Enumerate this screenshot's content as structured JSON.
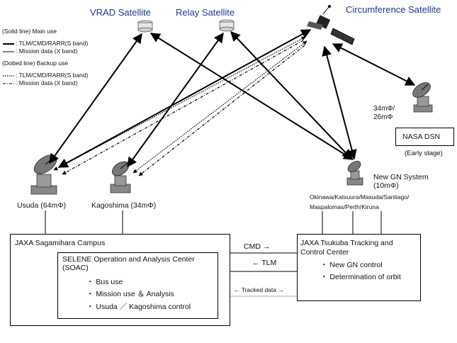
{
  "satellites": {
    "vrad": "VRAD Satellite",
    "relay": "Relay Satellite",
    "circumference": "Circumference Satellite"
  },
  "legend": {
    "solid_heading": "(Solid line)  Main use",
    "solid_tlm": ": TLM/CMD/RARR(S band)",
    "solid_mission": ": Mission data (X band)",
    "dotted_heading": "(Dotted line)  Backup use",
    "dotted_tlm": ": TLM/CMD/RARR(S band)",
    "dotted_mission": ": Mission data (X band)"
  },
  "stations": {
    "usuda": "Usuda (64mΦ)",
    "kagoshima": "Kagoshima (34mΦ)",
    "nasa_dish_line1": "34mΦ/",
    "nasa_dish_line2": "26mΦ",
    "nasa_box": "NASA  DSN",
    "nasa_note": "(Early stage)",
    "gn_line1": "New GN System",
    "gn_line2": "(10mΦ)",
    "gn_sites_line1": "Okinawa/Katsuura/Masuda/Santiago/",
    "gn_sites_line2": "Maspalomas/Perth/Kiruna"
  },
  "sagamihara": {
    "title": "JAXA Sagamihara Campus",
    "soac_title_line1": "SELENE Operation and Analysis Center",
    "soac_title_line2": "(SOAC)",
    "items": [
      "・ Bus use",
      "・ Mission use ＆ Analysis",
      "・ Usuda ／ Kagoshima control"
    ]
  },
  "tsukuba": {
    "title_line1": "JAXA Tsukuba Tracking and",
    "title_line2": "Control Center",
    "items": [
      "・ New GN control",
      "・ Determination of orbit"
    ]
  },
  "links": {
    "cmd": "CMD →",
    "tlm": "← TLM",
    "tracked": "← Tracked data  →"
  }
}
